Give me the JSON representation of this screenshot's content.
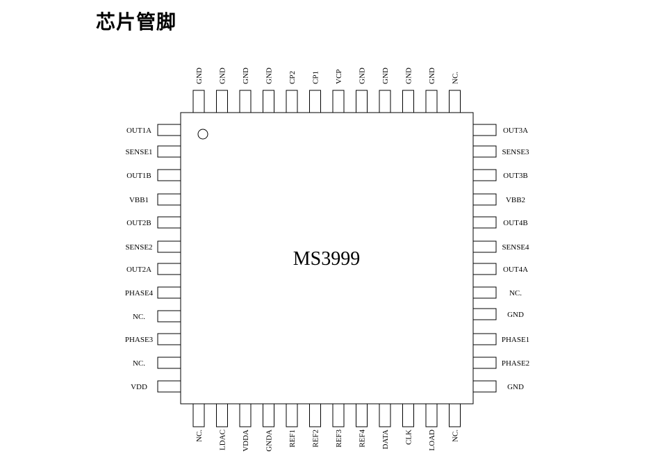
{
  "title": "芯片管脚",
  "chip": {
    "name": "MS3999",
    "pins": {
      "top": [
        "GND",
        "GND",
        "GND",
        "GND",
        "CP2",
        "CP1",
        "VCP",
        "GND",
        "GND",
        "GND",
        "GND",
        "NC."
      ],
      "bottom": [
        "NC.",
        "LDAC",
        "VDDA",
        "GNDA",
        "REF1",
        "REF2",
        "REF3",
        "REF4",
        "DATA",
        "CLK",
        "LOAD",
        "NC."
      ],
      "left": [
        "OUT1A",
        "SENSE1",
        "OUT1B",
        "VBB1",
        "OUT2B",
        "SENSE2",
        "OUT2A",
        "PHASE4",
        "NC.",
        "PHASE3",
        "NC.",
        "VDD"
      ],
      "right": [
        "OUT3A",
        "SENSE3",
        "OUT3B",
        "VBB2",
        "OUT4B",
        "SENSE4",
        "OUT4A",
        "NC.",
        "GND",
        "PHASE1",
        "PHASE2",
        "GND"
      ]
    }
  }
}
